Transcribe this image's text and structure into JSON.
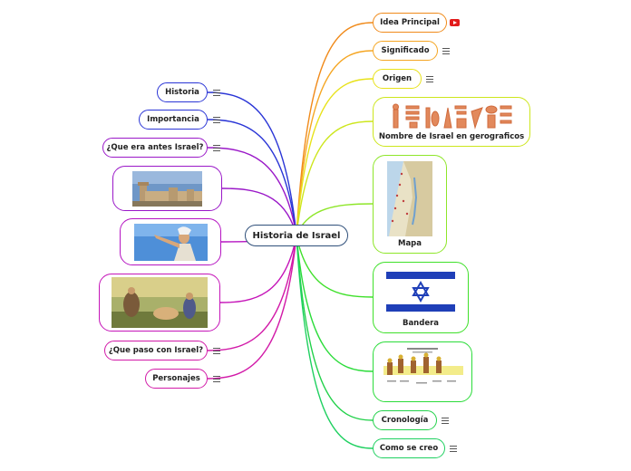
{
  "central": {
    "label": "Historia de Israel",
    "color": "#2f4f7a"
  },
  "left": [
    {
      "label": "Historia",
      "color": "#2a35d6",
      "note": true
    },
    {
      "label": "Importancia",
      "color": "#2a35d6",
      "note": true
    },
    {
      "label": "¿Que era antes Israel?",
      "color": "#9a18c8",
      "note": true
    },
    {
      "label": "",
      "color": "#9a18c8",
      "image": "city-walls-photo"
    },
    {
      "label": "",
      "color": "#b514c2",
      "image": "prophet-painting"
    },
    {
      "label": "",
      "color": "#c514b8",
      "image": "biblical-scene-painting"
    },
    {
      "label": "¿Que paso con Israel?",
      "color": "#d21aa8",
      "note": true
    },
    {
      "label": "Personajes",
      "color": "#d21aa8",
      "note": true
    }
  ],
  "right": [
    {
      "label": "Idea Principal",
      "color": "#f08a1a",
      "icon": "youtube-icon"
    },
    {
      "label": "Significado",
      "color": "#f5a623",
      "note": true
    },
    {
      "label": "Origen",
      "color": "#e8e21a",
      "note": true
    },
    {
      "label": "Nombre de Israel en gerograficos",
      "color": "#cde61c",
      "image": "hieroglyphs"
    },
    {
      "label": "Mapa",
      "color": "#8ee629",
      "image": "israel-map"
    },
    {
      "label": "Bandera",
      "color": "#3fe02a",
      "image": "israel-flag"
    },
    {
      "label": "",
      "color": "#2bdc3a",
      "image": "timeline-chart"
    },
    {
      "label": "Cronología",
      "color": "#22d14a",
      "note": true
    },
    {
      "label": "Como se creo",
      "color": "#1fd060",
      "note": true
    }
  ]
}
